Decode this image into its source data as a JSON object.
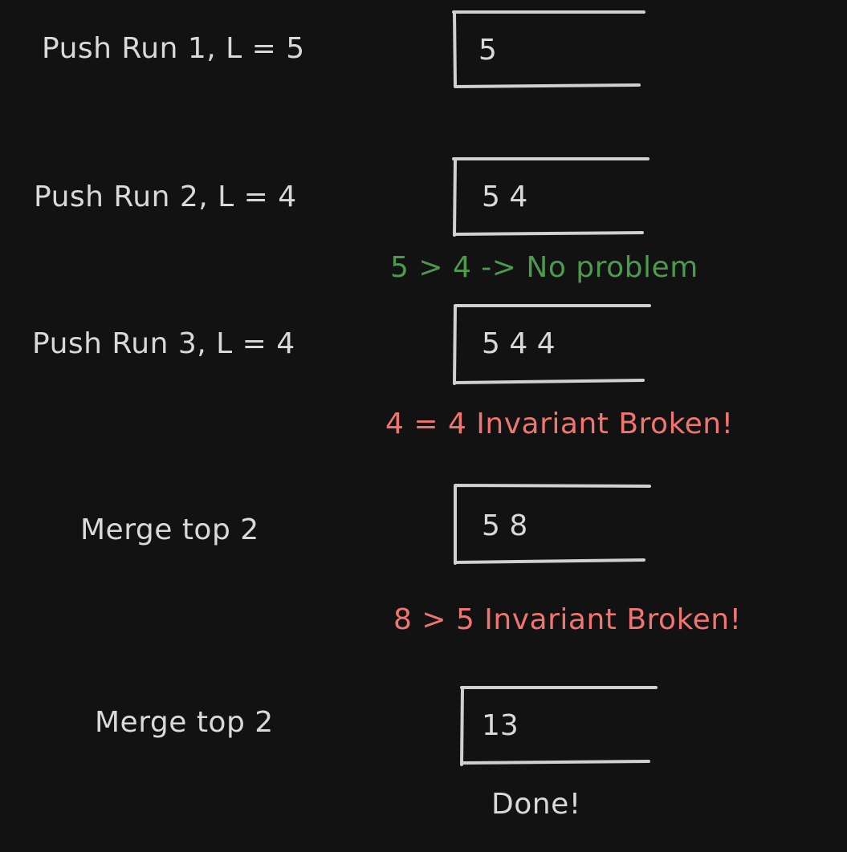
{
  "colors": {
    "background": "#121212",
    "text": "#d9d9d9",
    "ok": "#4b9a4e",
    "error": "#ef7670"
  },
  "steps": [
    {
      "label": "Push Run 1, L = 5",
      "stack": "5"
    },
    {
      "label": "Push Run 2, L = 4",
      "stack": "5 4",
      "note": "5 > 4  -> No problem"
    },
    {
      "label": "Push Run 3, L = 4",
      "stack": "5 4 4",
      "note": "4 = 4   Invariant Broken!"
    },
    {
      "label": "Merge top 2",
      "stack": "5 8",
      "note": "8 > 5 Invariant Broken!"
    },
    {
      "label": "Merge top 2",
      "stack": "13",
      "note": "Done!"
    }
  ]
}
